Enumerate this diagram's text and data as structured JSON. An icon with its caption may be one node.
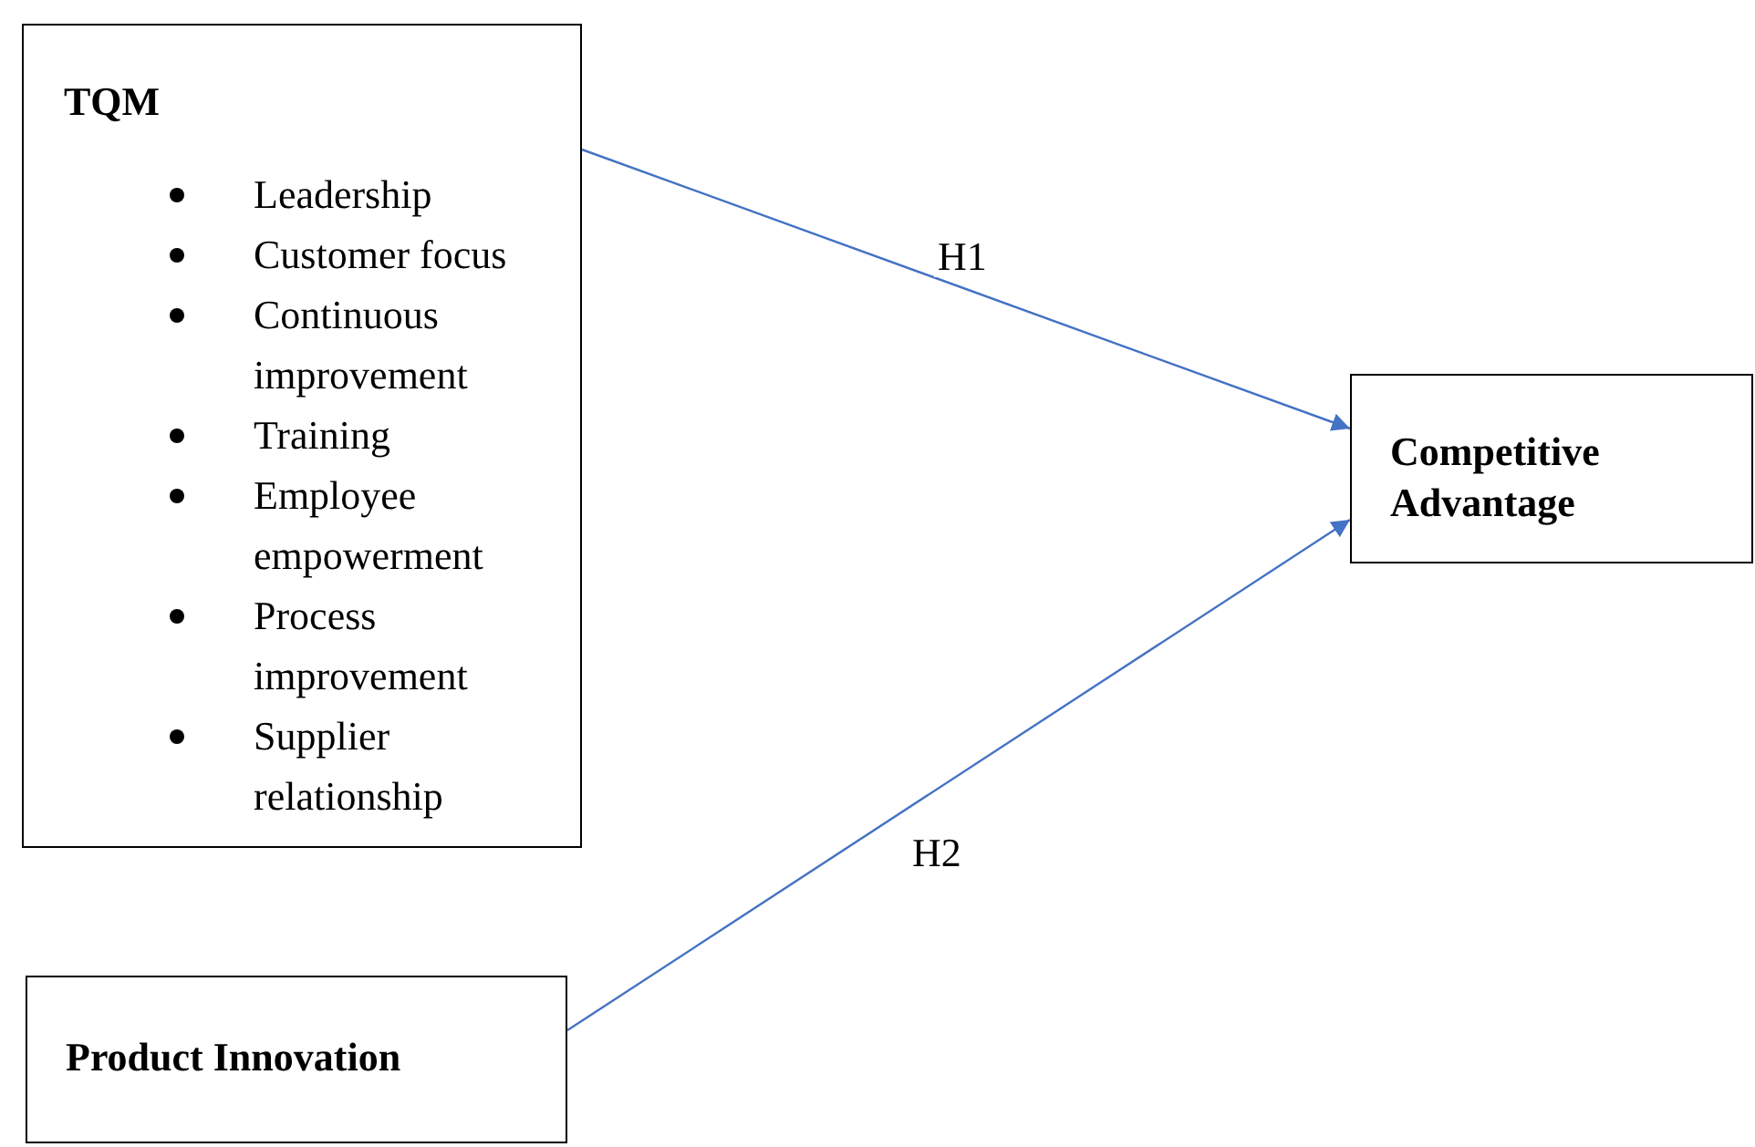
{
  "diagram": {
    "nodes": [
      {
        "text": [
          "TQM",
          "Leadership",
          "Customer focus",
          "Continuous improvement",
          "Training",
          "Employee empowerment",
          "Process improvement",
          "Supplier relationship"
        ]
      },
      {
        "text": [
          "Competitive Advantage"
        ]
      },
      {
        "text": [
          "Product Innovation"
        ]
      }
    ],
    "edges": [
      {
        "from": 0,
        "to": 1,
        "arrow": "to",
        "label": "H1"
      },
      {
        "from": 2,
        "to": 1,
        "arrow": "to",
        "label": "H2"
      }
    ]
  }
}
